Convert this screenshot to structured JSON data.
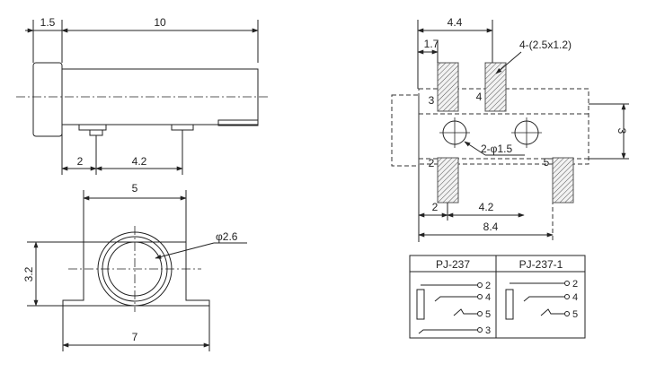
{
  "side_view": {
    "dims": {
      "flange": "1.5",
      "length": "10",
      "pin_spacing_a": "2",
      "pin_spacing_b": "4.2"
    }
  },
  "front_view": {
    "dims": {
      "width": "5",
      "height": "3.2",
      "base_width": "7",
      "hole": "φ2.6"
    }
  },
  "pcb_layout": {
    "dims": {
      "pad_pitch": "4.4",
      "pad_offset": "1.7",
      "pad_size": "4-(2.5x1.2)",
      "holes": "2-φ1.5",
      "row_height": "3",
      "spacing_a": "2",
      "spacing_b": "4.2",
      "overall": "8.4"
    },
    "pin_labels": {
      "p3": "3",
      "p4": "4",
      "p2": "2",
      "p5": "5"
    }
  },
  "schematic": {
    "models": [
      "PJ-237",
      "PJ-237-1"
    ],
    "left_pins": [
      "2",
      "4",
      "5",
      "3"
    ],
    "right_pins": [
      "2",
      "4",
      "5"
    ]
  },
  "colors": {
    "line": "#222222",
    "hatch": "#6e6e6e",
    "dashed": "#333333"
  }
}
